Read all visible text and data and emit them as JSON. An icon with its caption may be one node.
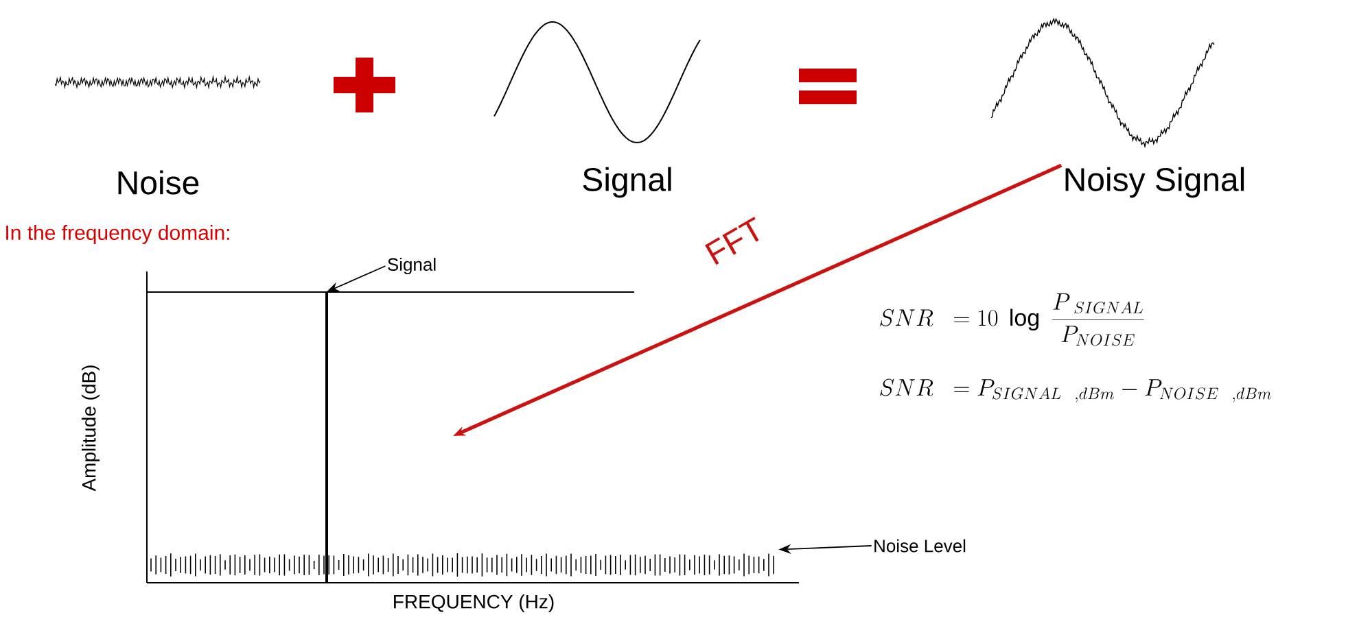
{
  "diagram": {
    "nodes": [
      {
        "text": [
          "Noise"
        ]
      },
      {
        "text": [
          "Signal"
        ]
      },
      {
        "text": [
          "Noisy Signal"
        ]
      },
      {
        "text": [
          "Signal"
        ]
      },
      {
        "text": [],
        "shape": "bar"
      },
      {
        "text": [
          "Noise Level"
        ]
      },
      {
        "text": [],
        "shape": "picture"
      }
    ],
    "edges": [
      {
        "from": 2,
        "to": null,
        "arrow": "to",
        "label": "FFT",
        "style": "thick",
        "color": "#cc1111"
      },
      {
        "from": 3,
        "to": 4,
        "arrow": "to"
      },
      {
        "from": 5,
        "to": 6,
        "arrow": "to"
      }
    ],
    "labels": [
      "In the frequency domain:",
      "SNR\\ \\ = 10\\ \\log\\ \\frac{P_{\\ SIGNAL}}{P_{NOISE}}",
      "SNR\\ \\ = P_{SIGNAL\\ \\ ,dBm} - P_{NOISE\\ \\ ,dBm}",
      "Amplitude (dB)",
      "FREQUENCY (Hz)"
    ]
  }
}
